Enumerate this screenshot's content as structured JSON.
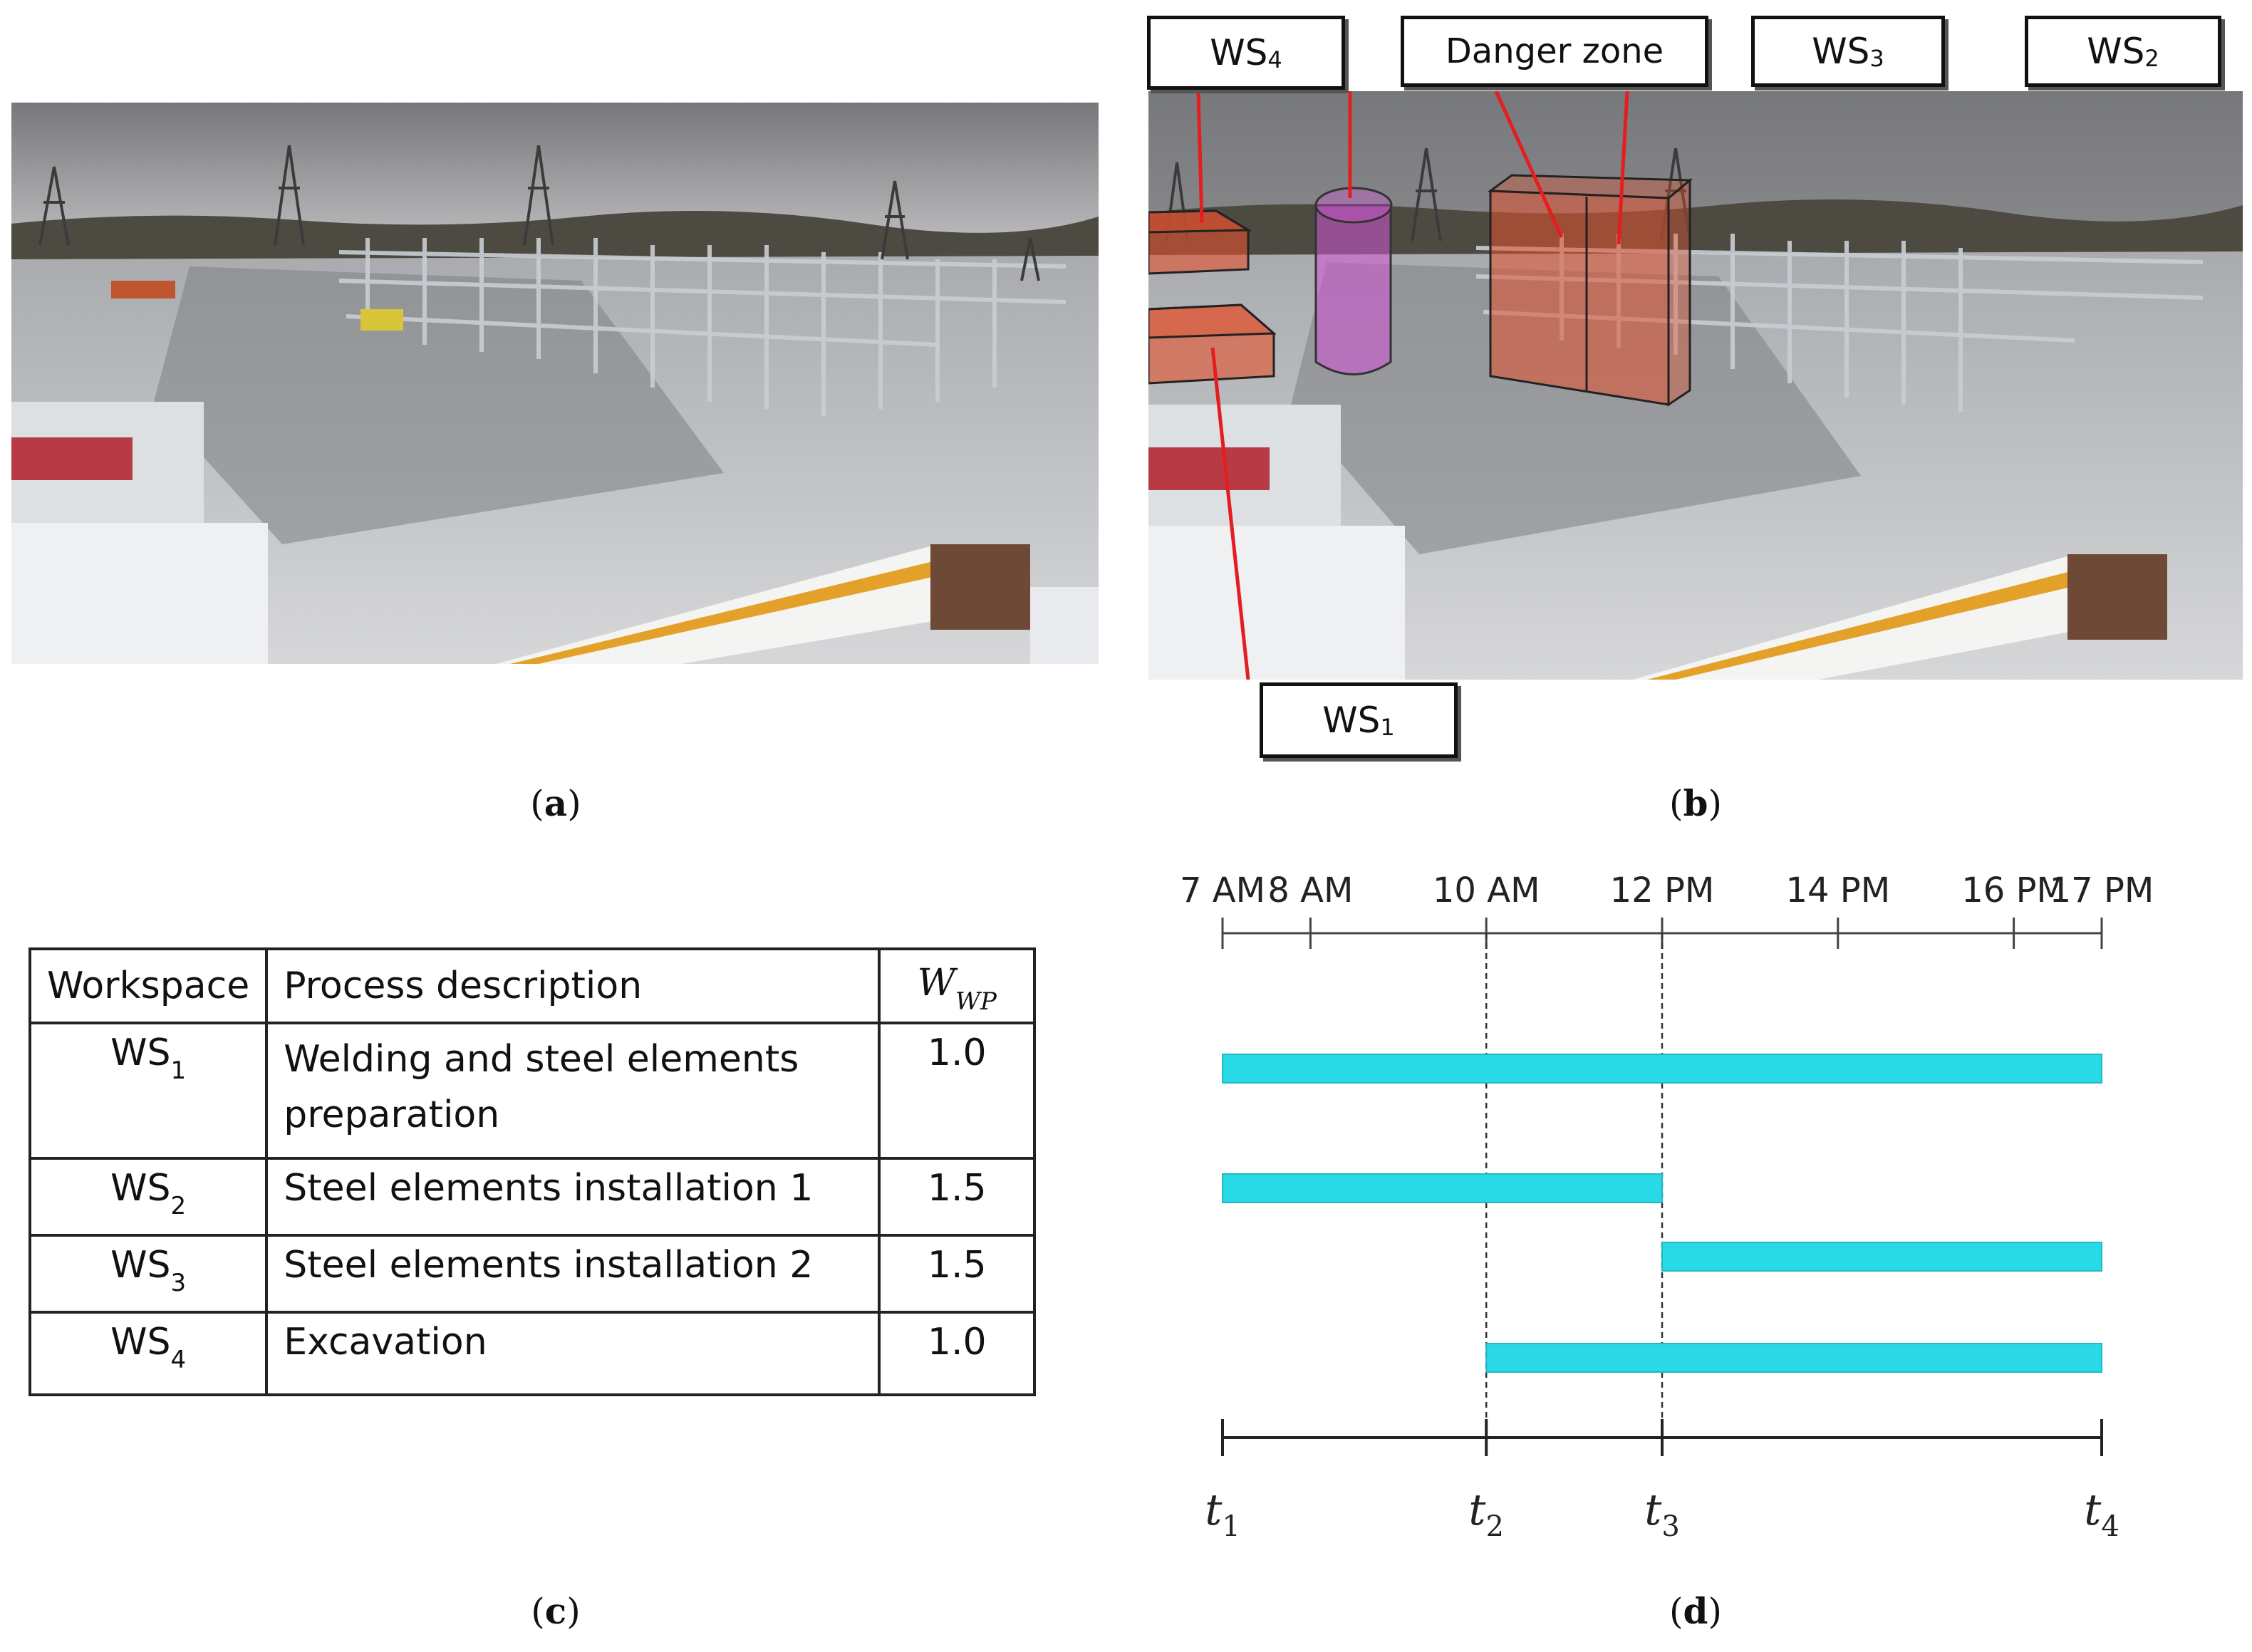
{
  "panels": {
    "a": {
      "caption_letter": "a"
    },
    "b": {
      "caption_letter": "b",
      "labels": {
        "ws4": {
          "base": "WS",
          "sub": "4"
        },
        "danger": "Danger zone",
        "ws3": {
          "base": "WS",
          "sub": "3"
        },
        "ws2": {
          "base": "WS",
          "sub": "2"
        },
        "ws1": {
          "base": "WS",
          "sub": "1"
        }
      },
      "overlay_colors": {
        "workspace": "#e2512d",
        "danger_zone": "#d256d6",
        "leader_line": "#e41e1e"
      }
    },
    "c": {
      "caption_letter": "c",
      "header": {
        "workspace": "Workspace",
        "process": "Process description",
        "weight_base": "W",
        "weight_sub": "WP"
      },
      "rows": [
        {
          "ws_base": "WS",
          "ws_sub": "1",
          "process": "Welding and steel elements preparation",
          "weight": "1.0"
        },
        {
          "ws_base": "WS",
          "ws_sub": "2",
          "process": "Steel elements installation 1",
          "weight": "1.5"
        },
        {
          "ws_base": "WS",
          "ws_sub": "3",
          "process": "Steel elements installation 2",
          "weight": "1.5"
        },
        {
          "ws_base": "WS",
          "ws_sub": "4",
          "process": "Excavation",
          "weight": "1.0"
        }
      ]
    },
    "d": {
      "caption_letter": "d"
    }
  },
  "chart_data": {
    "type": "bar",
    "subtype": "gantt",
    "bar_color": "#29d9e6",
    "time_axis": {
      "min_hour": 7,
      "max_hour": 17,
      "ticks": [
        {
          "hour": 7,
          "label": "7 AM"
        },
        {
          "hour": 8,
          "label": "8 AM"
        },
        {
          "hour": 10,
          "label": "10 AM"
        },
        {
          "hour": 12,
          "label": "12 PM"
        },
        {
          "hour": 14,
          "label": "14 PM"
        },
        {
          "hour": 16,
          "label": "16 PM"
        },
        {
          "hour": 17,
          "label": "17 PM"
        }
      ]
    },
    "markers": [
      {
        "hour": 7,
        "base": "t",
        "sub": "1"
      },
      {
        "hour": 10,
        "base": "t",
        "sub": "2"
      },
      {
        "hour": 12,
        "base": "t",
        "sub": "3"
      },
      {
        "hour": 17,
        "base": "t",
        "sub": "4"
      }
    ],
    "dashed_lines_at_hours": [
      10,
      12
    ],
    "bars": [
      {
        "start": 7,
        "end": 17
      },
      {
        "start": 7,
        "end": 12
      },
      {
        "start": 12,
        "end": 17
      },
      {
        "start": 10,
        "end": 17
      }
    ]
  }
}
